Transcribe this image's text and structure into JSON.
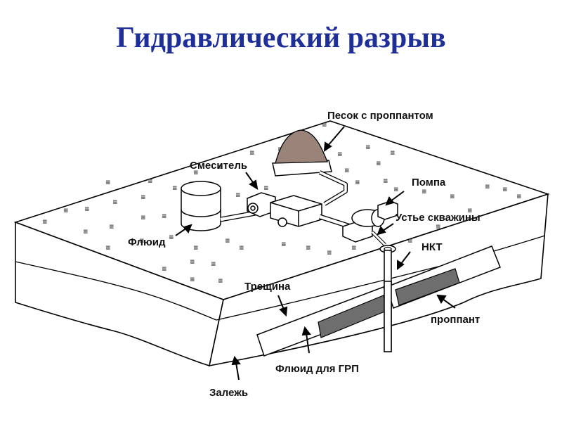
{
  "title": "Гидравлический разрыв",
  "labels": {
    "sand": "Песок с проппантом",
    "mixer": "Смеситель",
    "pump": "Помпа",
    "wellhead": "Устье скважины",
    "fluid": "Флюид",
    "tubing": "НКТ",
    "fracture": "Трещина",
    "proppant": "проппант",
    "frac_fluid": "Флюид для ГРП",
    "reservoir": "Залежь"
  },
  "colors": {
    "title": "#1f2f9a",
    "sand": "#9a8378",
    "proppant_fill": "#6e6e6e",
    "line": "#000000"
  }
}
